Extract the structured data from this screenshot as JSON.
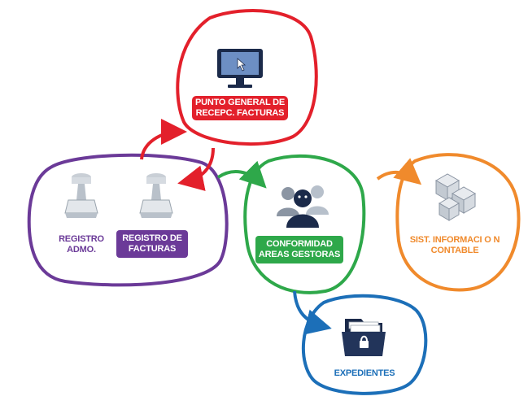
{
  "nodes": {
    "punto_general": {
      "line1": "PUNTO GENERAL DE",
      "line2": "RECEPC. FACTURAS",
      "color": "#e3202b"
    },
    "registro_admo": {
      "line1": "REGISTRO",
      "line2": "ADMO.",
      "color": "#6b3a98"
    },
    "registro_facturas": {
      "line1": "REGISTRO DE",
      "line2": "FACTURAS",
      "color": "#6b3a98"
    },
    "conformidad": {
      "line1": "CONFORMIDAD",
      "line2": "AREAS GESTORAS",
      "color": "#2ea84a"
    },
    "sist_informacion": {
      "line1": "SIST. INFORMACI O N",
      "line2": "CONTABLE",
      "color": "#f08a2c"
    },
    "expedientes": {
      "line1": "EXPEDIENTES",
      "color": "#1c6fb8"
    }
  },
  "icons": [
    "monitor-click-icon",
    "stamp-icon",
    "stamp-icon",
    "user-group-icon",
    "cubes-icon",
    "locked-folder-icon"
  ],
  "colors": {
    "red": "#e3202b",
    "purple": "#6b3a98",
    "green": "#2ea84a",
    "orange": "#f08a2c",
    "blue": "#1c6fb8",
    "navy": "#1b2a4a"
  }
}
